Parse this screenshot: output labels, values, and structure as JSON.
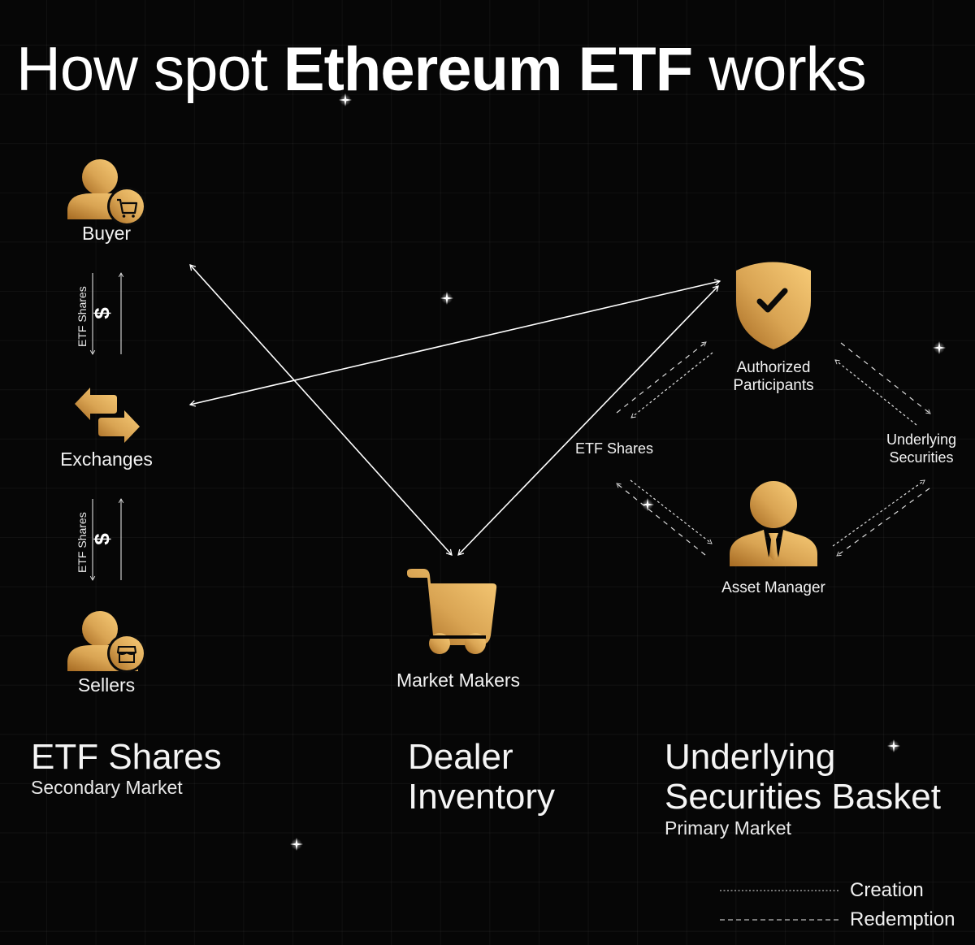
{
  "title": {
    "prefix": "How spot ",
    "bold": "Ethereum ETF",
    "suffix": " works"
  },
  "colors": {
    "background": "#060606",
    "gold_light": "#F6C872",
    "gold_mid": "#D9A453",
    "gold_dark": "#9A6220",
    "arrow": "#FFFFFF"
  },
  "nodes": {
    "buyer": {
      "label": "Buyer",
      "icon": "user-cart-icon"
    },
    "exchanges": {
      "label": "Exchanges",
      "icon": "swap-arrows-icon"
    },
    "sellers": {
      "label": "Sellers",
      "icon": "user-store-icon"
    },
    "market_makers": {
      "label": "Market Makers",
      "icon": "shopping-cart-icon"
    },
    "authorized_participants": {
      "label_line1": "Authorized",
      "label_line2": "Participants",
      "icon": "shield-check-icon"
    },
    "asset_manager": {
      "label": "Asset Manager",
      "icon": "businessman-icon"
    }
  },
  "flows": {
    "buyer_exchange": {
      "shares_label": "ETF Shares",
      "money_label": "$"
    },
    "exchange_seller": {
      "shares_label": "ETF Shares",
      "money_label": "$"
    },
    "ap_am_left": {
      "label": "ETF Shares"
    },
    "ap_am_right": {
      "label_line1": "Underlying",
      "label_line2": "Securities"
    }
  },
  "sections": {
    "secondary": {
      "title": "ETF Shares",
      "subtitle": "Secondary Market"
    },
    "dealer": {
      "title_line1": "Dealer",
      "title_line2": "Inventory"
    },
    "primary": {
      "title_line1": "Underlying",
      "title_line2": "Securities Basket",
      "subtitle": "Primary Market"
    }
  },
  "legend": {
    "creation": {
      "label": "Creation",
      "style": "dotted"
    },
    "redemption": {
      "label": "Redemption",
      "style": "dashed"
    }
  }
}
